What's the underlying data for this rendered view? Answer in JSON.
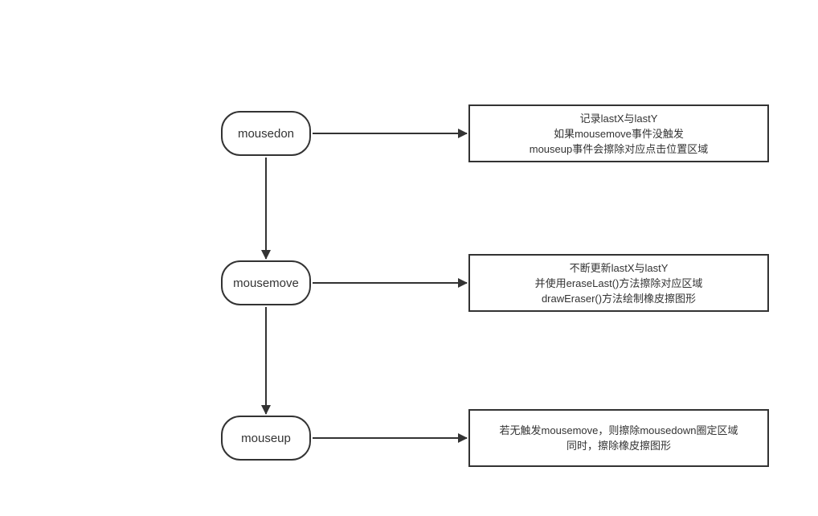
{
  "flowchart": {
    "colors": {
      "background": "#ffffff",
      "line": "#333333",
      "text": "#333333"
    },
    "rows": [
      {
        "node_label": "mousedon",
        "note_lines": [
          "记录lastX与lastY",
          "如果mousemove事件没触发",
          "mouseup事件会擦除对应点击位置区域"
        ]
      },
      {
        "node_label": "mousemove",
        "note_lines": [
          "不断更新lastX与lastY",
          "并使用eraseLast()方法擦除对应区域",
          "drawEraser()方法绘制橡皮擦图形"
        ]
      },
      {
        "node_label": "mouseup",
        "note_lines": [
          "若无触发mousemove，则擦除mousedown圈定区域",
          "同时，擦除橡皮擦图形"
        ]
      }
    ]
  }
}
